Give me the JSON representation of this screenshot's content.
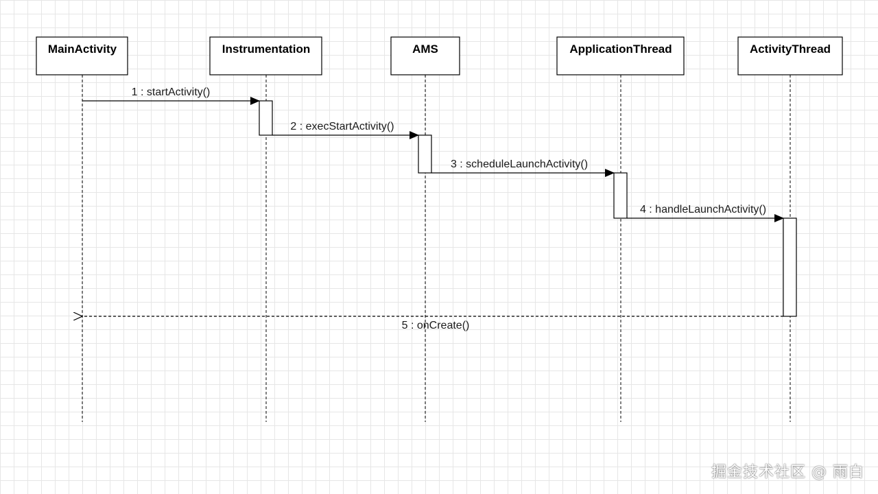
{
  "diagram": {
    "type": "sequence",
    "participants": [
      {
        "id": "main",
        "label": "MainActivity"
      },
      {
        "id": "instr",
        "label": "Instrumentation"
      },
      {
        "id": "ams",
        "label": "AMS"
      },
      {
        "id": "appthread",
        "label": "ApplicationThread"
      },
      {
        "id": "actthread",
        "label": "ActivityThread"
      }
    ],
    "messages": [
      {
        "from": "main",
        "to": "instr",
        "label": "1 : startActivity()",
        "style": "solid"
      },
      {
        "from": "instr",
        "to": "ams",
        "label": "2 : execStartActivity()",
        "style": "solid"
      },
      {
        "from": "ams",
        "to": "appthread",
        "label": "3 : scheduleLaunchActivity()",
        "style": "solid"
      },
      {
        "from": "appthread",
        "to": "actthread",
        "label": "4 : handleLaunchActivity()",
        "style": "solid"
      },
      {
        "from": "actthread",
        "to": "main",
        "label": "5 : onCreate()",
        "style": "dashed-return"
      }
    ]
  },
  "watermark": {
    "text": "掘金技术社区 @ 雨白"
  },
  "colors": {
    "grid": "#e6e6e6",
    "stroke": "#000000",
    "background": "#ffffff"
  }
}
